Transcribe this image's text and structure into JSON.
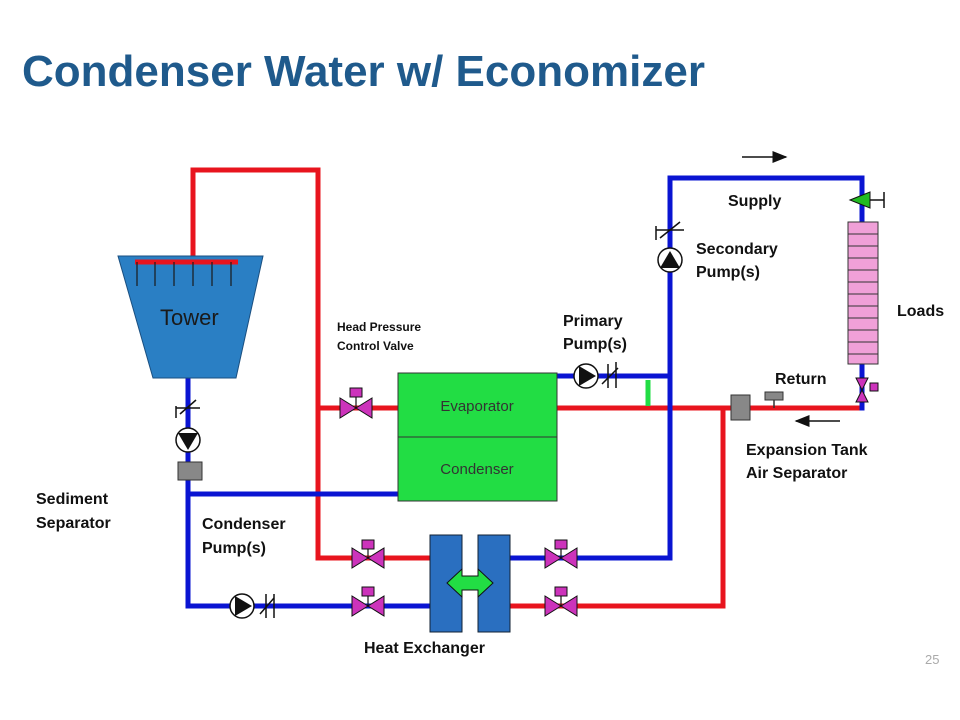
{
  "title": "Condenser Water w/ Economizer",
  "page_number": "25",
  "labels": {
    "tower": "Tower",
    "evaporator": "Evaporator",
    "condenser": "Condenser",
    "supply": "Supply",
    "secondary_pumps_1": "Secondary",
    "secondary_pumps_2": "Pump(s)",
    "loads": "Loads",
    "head_pressure_1": "Head Pressure",
    "head_pressure_2": "Control Valve",
    "primary_pumps_1": "Primary",
    "primary_pumps_2": "Pump(s)",
    "return": "Return",
    "expansion_1": "Expansion Tank",
    "expansion_2": "Air Separator",
    "sediment_1": "Sediment",
    "sediment_2": "Separator",
    "condenser_pumps_1": "Condenser",
    "condenser_pumps_2": "Pump(s)",
    "heat_exchanger": "Heat Exchanger"
  },
  "colors": {
    "title": "#1f5a8c",
    "supply_pipe": "#e8141e",
    "return_pipe": "#0a14d2",
    "tower_fill": "#2a7fc4",
    "chiller_fill": "#22dd44",
    "valve_fill": "#cc33bb",
    "load_fill": "#f0a0d8",
    "heat_exchanger_fill": "#2a6fc0"
  },
  "icons": [
    "pump-icon",
    "check-valve-icon",
    "control-valve-icon",
    "flow-arrow-icon"
  ]
}
